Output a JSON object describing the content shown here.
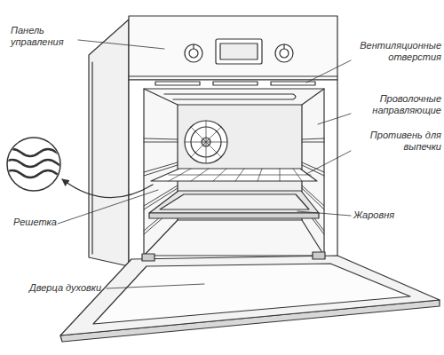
{
  "diagram": {
    "labels": [
      "Панель управления",
      "Вентиляционные отверстия",
      "Проволочные направляющие",
      "Противень для выпечки",
      "Решетка",
      "Жаровня",
      "Дверца духовки"
    ]
  }
}
